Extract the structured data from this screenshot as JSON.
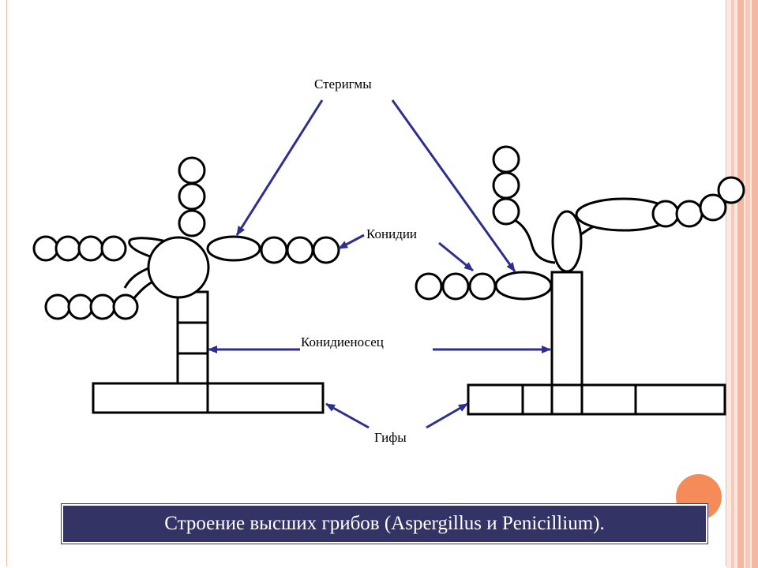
{
  "labels": {
    "sterigmy": "Стеригмы",
    "konidii": "Конидии",
    "konidienosec": "Конидиеносец",
    "gify": "Гифы"
  },
  "caption": "Строение высших грибов (Aspergillus и Penicillium).",
  "colors": {
    "arrow": "#2e2e8f",
    "caption_bg": "#333366",
    "accent_dot": "#f68b5a",
    "stripe_light": "#fde9e2",
    "stripe_dark": "#f4b7a2"
  }
}
